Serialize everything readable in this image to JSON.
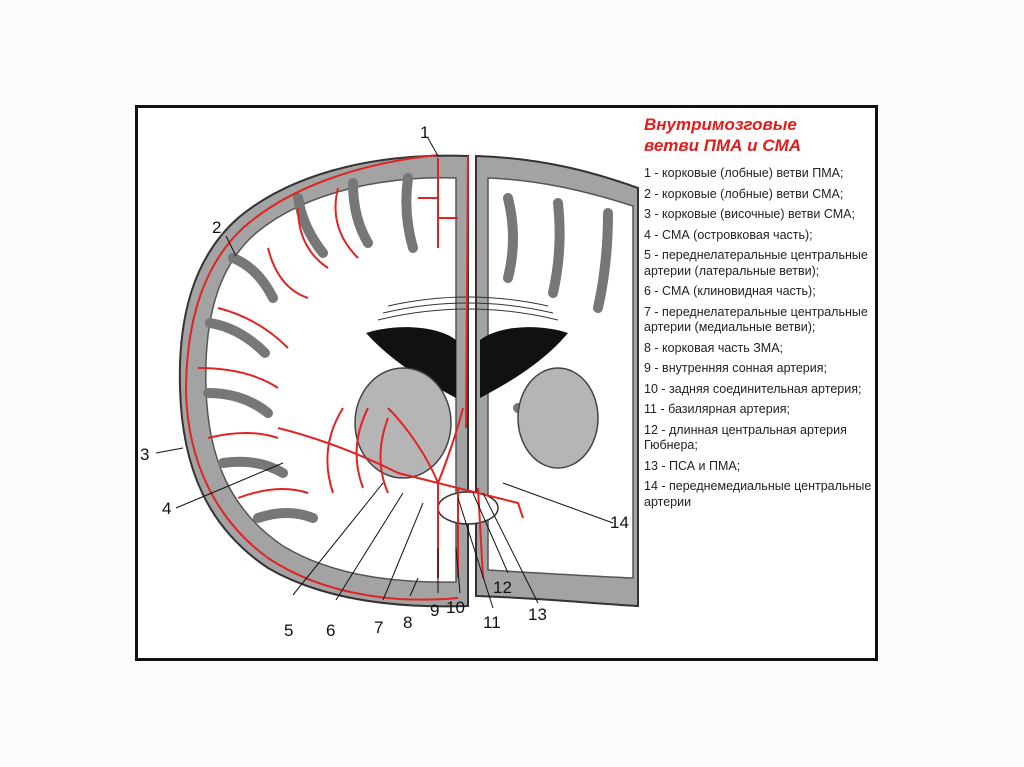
{
  "title": {
    "line1": "Внутримозговые",
    "line2": "ветви ПМА и СМА"
  },
  "colors": {
    "title": "#e21b1b",
    "artery": "#e02424",
    "tissue": "#9a9a9a",
    "border": "#111111"
  },
  "legend": [
    "1 - корковые (лобные) ветви ПМА;",
    "2 - корковые (лобные) ветви СМА;",
    "3 - корковые (височные) ветви СМА;",
    "4 - СМА (островковая часть);",
    "5 - переднелатеральные центральные артерии (латеральные ветви);",
    "6 - СМА (клиновидная часть);",
    "7 - переднелатеральные центральные артерии (медиальные ветви);",
    "8 - корковая часть ЗМА;",
    "9 - внутренняя сонная артерия;",
    "10 - задняя соединительная артерия;",
    "11 - базилярная артерия;",
    "12 - длинная центральная артерия Гюбнера;",
    "13 - ПСА и ПМА;",
    "14 - переднемедиальные центральные артерии"
  ],
  "callouts": [
    "1",
    "2",
    "3",
    "4",
    "5",
    "6",
    "7",
    "8",
    "9",
    "10",
    "11",
    "12",
    "13",
    "14"
  ]
}
